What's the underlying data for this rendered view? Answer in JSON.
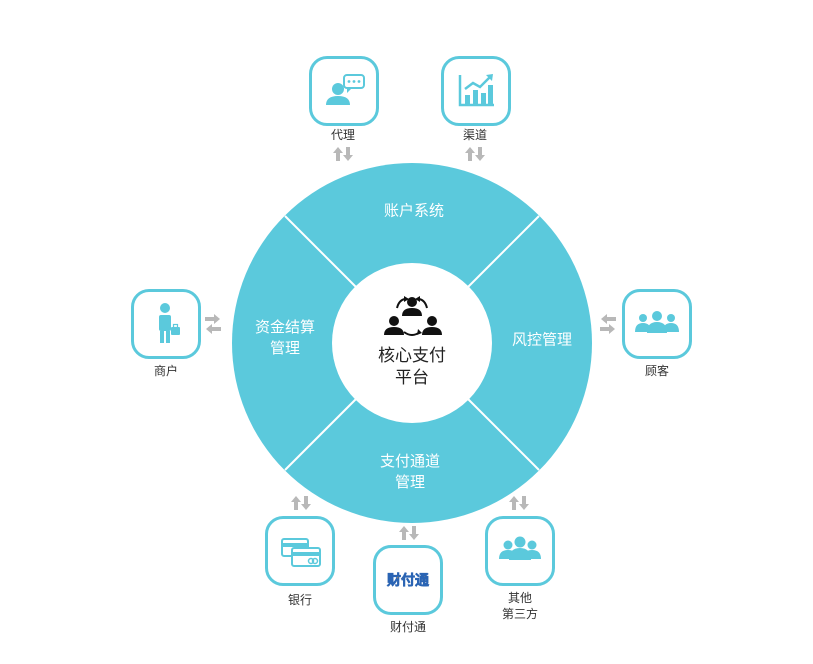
{
  "colors": {
    "ring": "#5bc9dc",
    "icon": "#5bc9dc",
    "arrow": "#b8b8b8",
    "divider": "#ffffff",
    "logo_orange": "#f39a1c",
    "logo_blue": "#2a64b4"
  },
  "center": {
    "line1": "核心支付",
    "line2": "平台",
    "icon": "people-exchange-icon"
  },
  "segments": {
    "top": {
      "line1": "账户系统"
    },
    "right": {
      "line1": "风控管理"
    },
    "bottom": {
      "line1": "支付通道",
      "line2": "管理"
    },
    "left": {
      "line1": "资金结算",
      "line2": "管理"
    }
  },
  "nodes": {
    "agent": {
      "label": "代理",
      "icon": "agent-chat-icon"
    },
    "channel": {
      "label": "渠道",
      "icon": "bar-chart-growth-icon"
    },
    "merchant": {
      "label": "商户",
      "icon": "businessman-icon"
    },
    "customer": {
      "label": "顾客",
      "icon": "customer-group-icon"
    },
    "bank": {
      "label": "银行",
      "icon": "bank-cards-icon"
    },
    "tenpay": {
      "label": "财付通",
      "logo_text": "财付通",
      "icon": "tenpay-logo-icon"
    },
    "third_party": {
      "line1": "其他",
      "line2": "第三方",
      "icon": "third-party-group-icon"
    }
  }
}
